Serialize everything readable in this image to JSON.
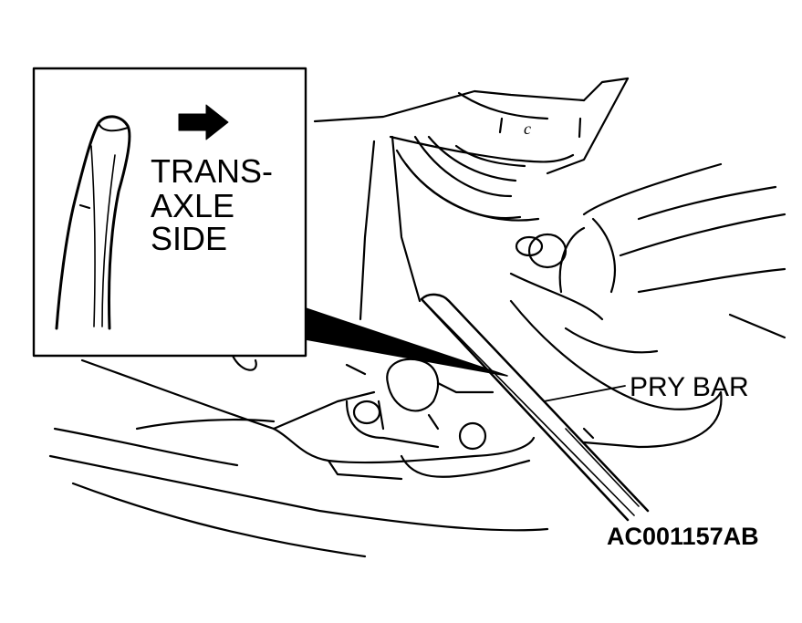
{
  "inset": {
    "label_lines": [
      "TRANS-",
      "AXLE",
      "SIDE"
    ],
    "arrow_icon": "arrow-right-icon"
  },
  "callouts": {
    "pry_bar": "PRY BAR"
  },
  "part_letter": "c",
  "figure_code": "AC001157AB",
  "colors": {
    "ink": "#000000",
    "paper": "#ffffff"
  }
}
